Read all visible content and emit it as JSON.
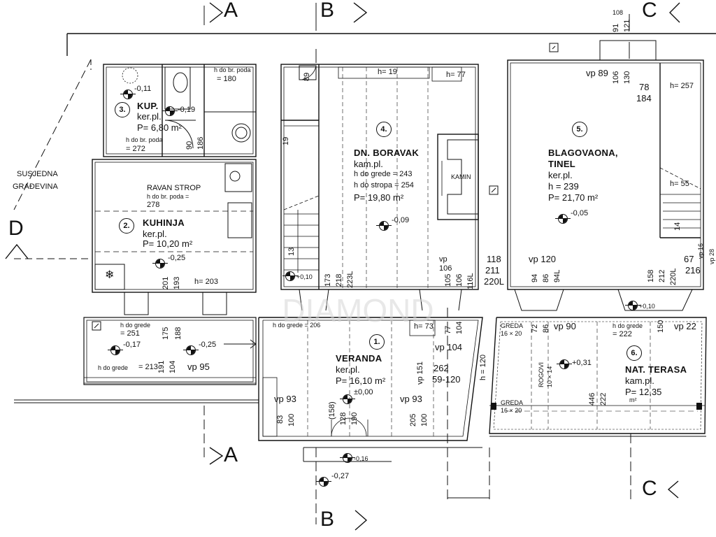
{
  "sections": {
    "a_top": "A",
    "b_top": "B",
    "c_top": "C",
    "d_left": "D",
    "a_bottom": "A",
    "b_bottom": "B",
    "c_bottom": "C"
  },
  "neighbor": {
    "line1": "SUSJEDNA",
    "line2": "GRAĐEVINA"
  },
  "rooms": {
    "r1": {
      "num": "1.",
      "name": "VERANDA",
      "material": "ker.pl.",
      "area": "P=  16,10  m²"
    },
    "r2": {
      "num": "2.",
      "name": "KUHINJA",
      "material": "ker.pl.",
      "area": "P=  10,20  m²",
      "note1": "RAVAN STROP",
      "note2": "h do br. poda =",
      "note3": "278"
    },
    "r3": {
      "num": "3.",
      "name": "KUP.",
      "material": "ker.pl.",
      "area": "P=  6,80  m²"
    },
    "r4": {
      "num": "4.",
      "name": "DN. BORAVAK",
      "material": "kam.pl.",
      "h_greda": "h do grede  =  243",
      "h_stropa": "h do stropa  =  254",
      "area": "P=  19,80  m²",
      "fireplace": "KAMIN"
    },
    "r5": {
      "num": "5.",
      "name": "BLAGOVAONA,",
      "name2": "TINEL",
      "material": "ker.pl.",
      "h": "h  =  239",
      "area": "P=  21,70  m²"
    },
    "r6": {
      "num": "6.",
      "name": "NAT. TERASA",
      "material": "kam.pl.",
      "area": "P=  12,35",
      "area_unit": "m²"
    }
  },
  "levels": {
    "l_kup1": "-0,11",
    "l_kup2": "-0,19",
    "l_kuh": "-0,25",
    "l_bor": "-0,09",
    "l_blag": "-0,05",
    "l_stair": "+0,10",
    "l_terr_left1": "-0,17",
    "l_terr_left2": "-0,25",
    "l_ver": "±0,00",
    "l_ent": "-0,16",
    "l_out": "-0,27",
    "l_rogovi": "+0,31",
    "l_blag2": "+0,10"
  },
  "dims": {
    "h180a": "h do br. poda",
    "h180b": "= 180",
    "h272a": "h do br. poda",
    "h272b": "= 272",
    "h203": "h=  203",
    "h19": "h= 19",
    "h77": "h= 77",
    "h89": "89",
    "vp89": "vp  89",
    "d78": "78",
    "d184": "184",
    "h257": "h= 257",
    "h55": "h= 55",
    "top108": "108",
    "top91": "91",
    "top121": "121",
    "top106": "106",
    "top130": "130",
    "h251a": "h do grede",
    "h251b": "= 251",
    "h213a": "h do grede",
    "h213b": "= 213",
    "vp95": "vp  95",
    "h206": "h do grede = 206",
    "h73": "h=  73",
    "vp104": "vp  104",
    "h222a": "h do grede",
    "h222b": "= 222",
    "vp90": "vp  90",
    "vp22": "vp  22",
    "greda1": "GREDA",
    "greda1b": "16 × 20",
    "greda2": "GREDA",
    "greda2b": "16 × 20",
    "rogovi": "ROGOVI",
    "rogovib": "10 × 14",
    "vp93a": "vp  93",
    "vp93b": "vp  93",
    "d262": "262",
    "d5920": "59-120",
    "vp118": "118",
    "d211": "211",
    "d220L": "220L",
    "vp120": "vp  120",
    "d67": "67",
    "d216": "216",
    "d90": "90",
    "d186": "186",
    "d19": "19",
    "d13": "13",
    "d14": "14",
    "d173": "173",
    "d218": "218",
    "d223L": "223L",
    "d201": "201",
    "d193": "193",
    "d175": "175",
    "d188": "188",
    "d191": "191",
    "d104a": "104",
    "vp106": "vp",
    "vp106b": "106",
    "d105": "105",
    "d106": "106",
    "d116L": "116L",
    "d94": "94",
    "d86": "86",
    "d94L": "94L",
    "d158": "158",
    "d212": "212",
    "d220L2": "220L",
    "d151": "vp  151",
    "d83": "83",
    "d100": "100",
    "d205": "205",
    "d100b": "100",
    "d128": "128",
    "d158b": "(158)",
    "d190": "190",
    "d77": "77",
    "d104b": "104",
    "d120": "h = 120",
    "d446": "446",
    "d222": "222",
    "d150": "150",
    "d72": "72",
    "d86b": "86",
    "d16": "vp  16",
    "d28": "vp  28",
    "d106b": "106"
  },
  "watermark": "DIAMOND"
}
